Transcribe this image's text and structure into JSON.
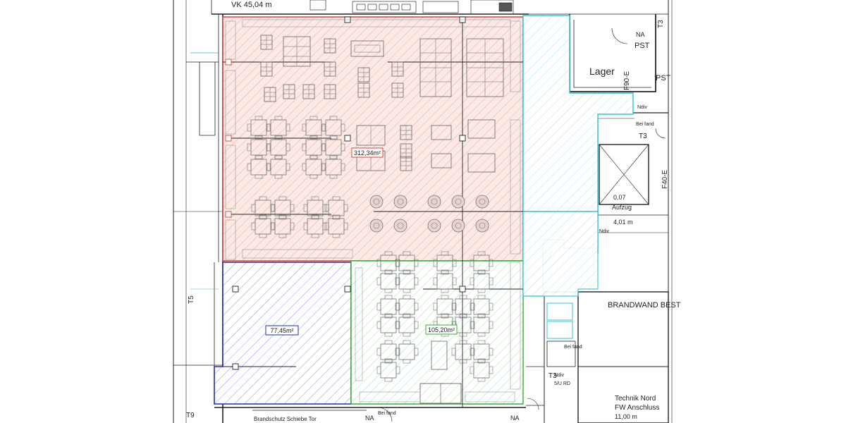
{
  "drawing": {
    "top_dimension": "VK  45,04 m",
    "areas": [
      {
        "id": "red",
        "value": "312,34m²",
        "color": "#d9443a"
      },
      {
        "id": "blue",
        "value": "77,45m²",
        "color": "#1f2bb5"
      },
      {
        "id": "green",
        "value": "105,20m²",
        "color": "#2fb52f"
      },
      {
        "id": "cyan",
        "color": "#2ec8d6"
      }
    ],
    "rooms": {
      "lager": "Lager",
      "aufzug_code": "0.07",
      "aufzug": "Aufzug",
      "aufzug_dim": "4,01 m",
      "brandwand": "BRANDWAND BEST",
      "technik_1": "Technik Nord",
      "technik_2": "FW Anschluss",
      "technik_3": "11,00 m"
    },
    "labels": {
      "na_top": "NA",
      "pst": "PST",
      "pst_right": "PST",
      "t3_top": "T3",
      "t3_mid": "T3",
      "t3_low": "T3",
      "t9": "T9",
      "t5": "T5",
      "f90": "F90-E",
      "f40": "F40-E",
      "bei_fand": "Bei fand",
      "bei_fand_2": "Bei fand",
      "bei_fand_3": "Bei fand",
      "ndiv": "Ndiv",
      "ndiv_2": "Ndiv",
      "lift_note": "Ndiv",
      "stu": "5/U RD",
      "na_bottom": "NA",
      "na_bottom_right": "NA",
      "brandschutz": "Brandschutz Schiebe Tor"
    }
  }
}
